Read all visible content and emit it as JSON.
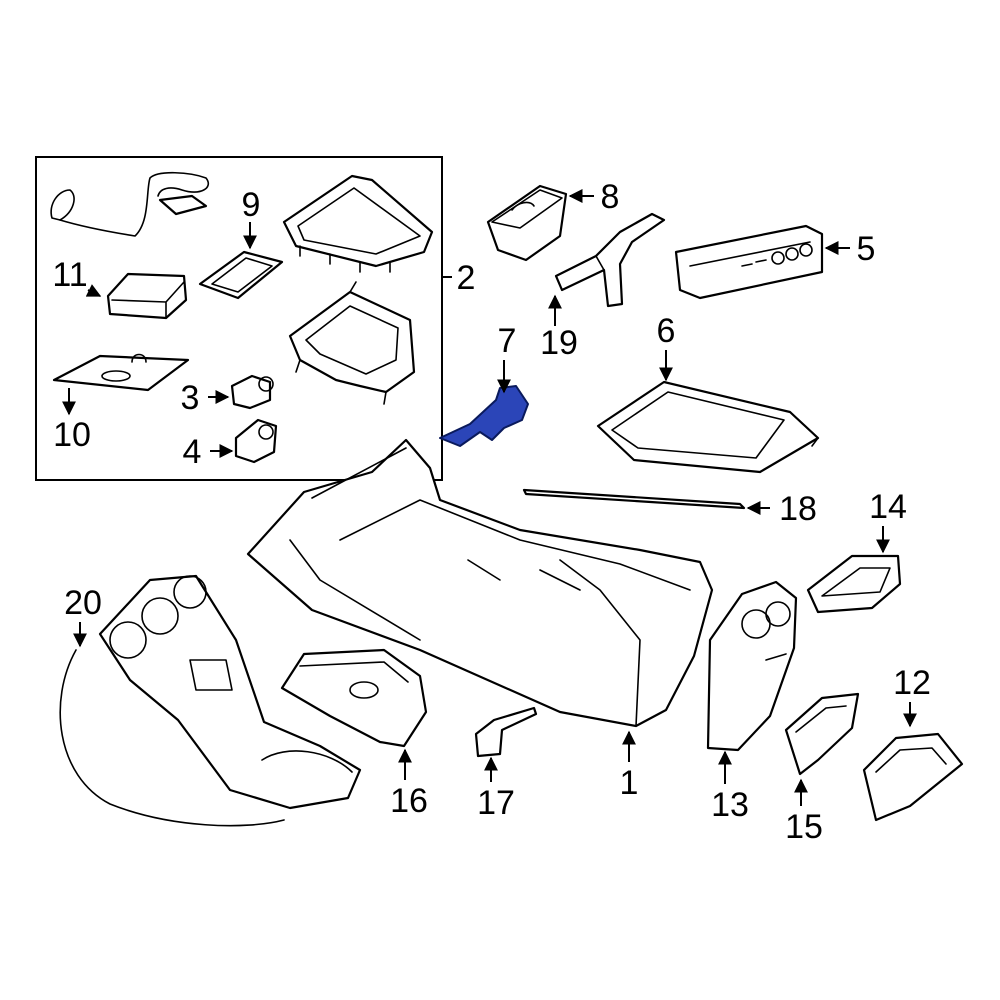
{
  "diagram": {
    "highlight_color": "#2b45b8",
    "callouts": {
      "c1": "1",
      "c2": "2",
      "c3": "3",
      "c4": "4",
      "c5": "5",
      "c6": "6",
      "c7": "7",
      "c8": "8",
      "c9": "9",
      "c10": "10",
      "c11": "11",
      "c12": "12",
      "c13": "13",
      "c14": "14",
      "c15": "15",
      "c16": "16",
      "c17": "17",
      "c18": "18",
      "c19": "19",
      "c20": "20"
    }
  }
}
